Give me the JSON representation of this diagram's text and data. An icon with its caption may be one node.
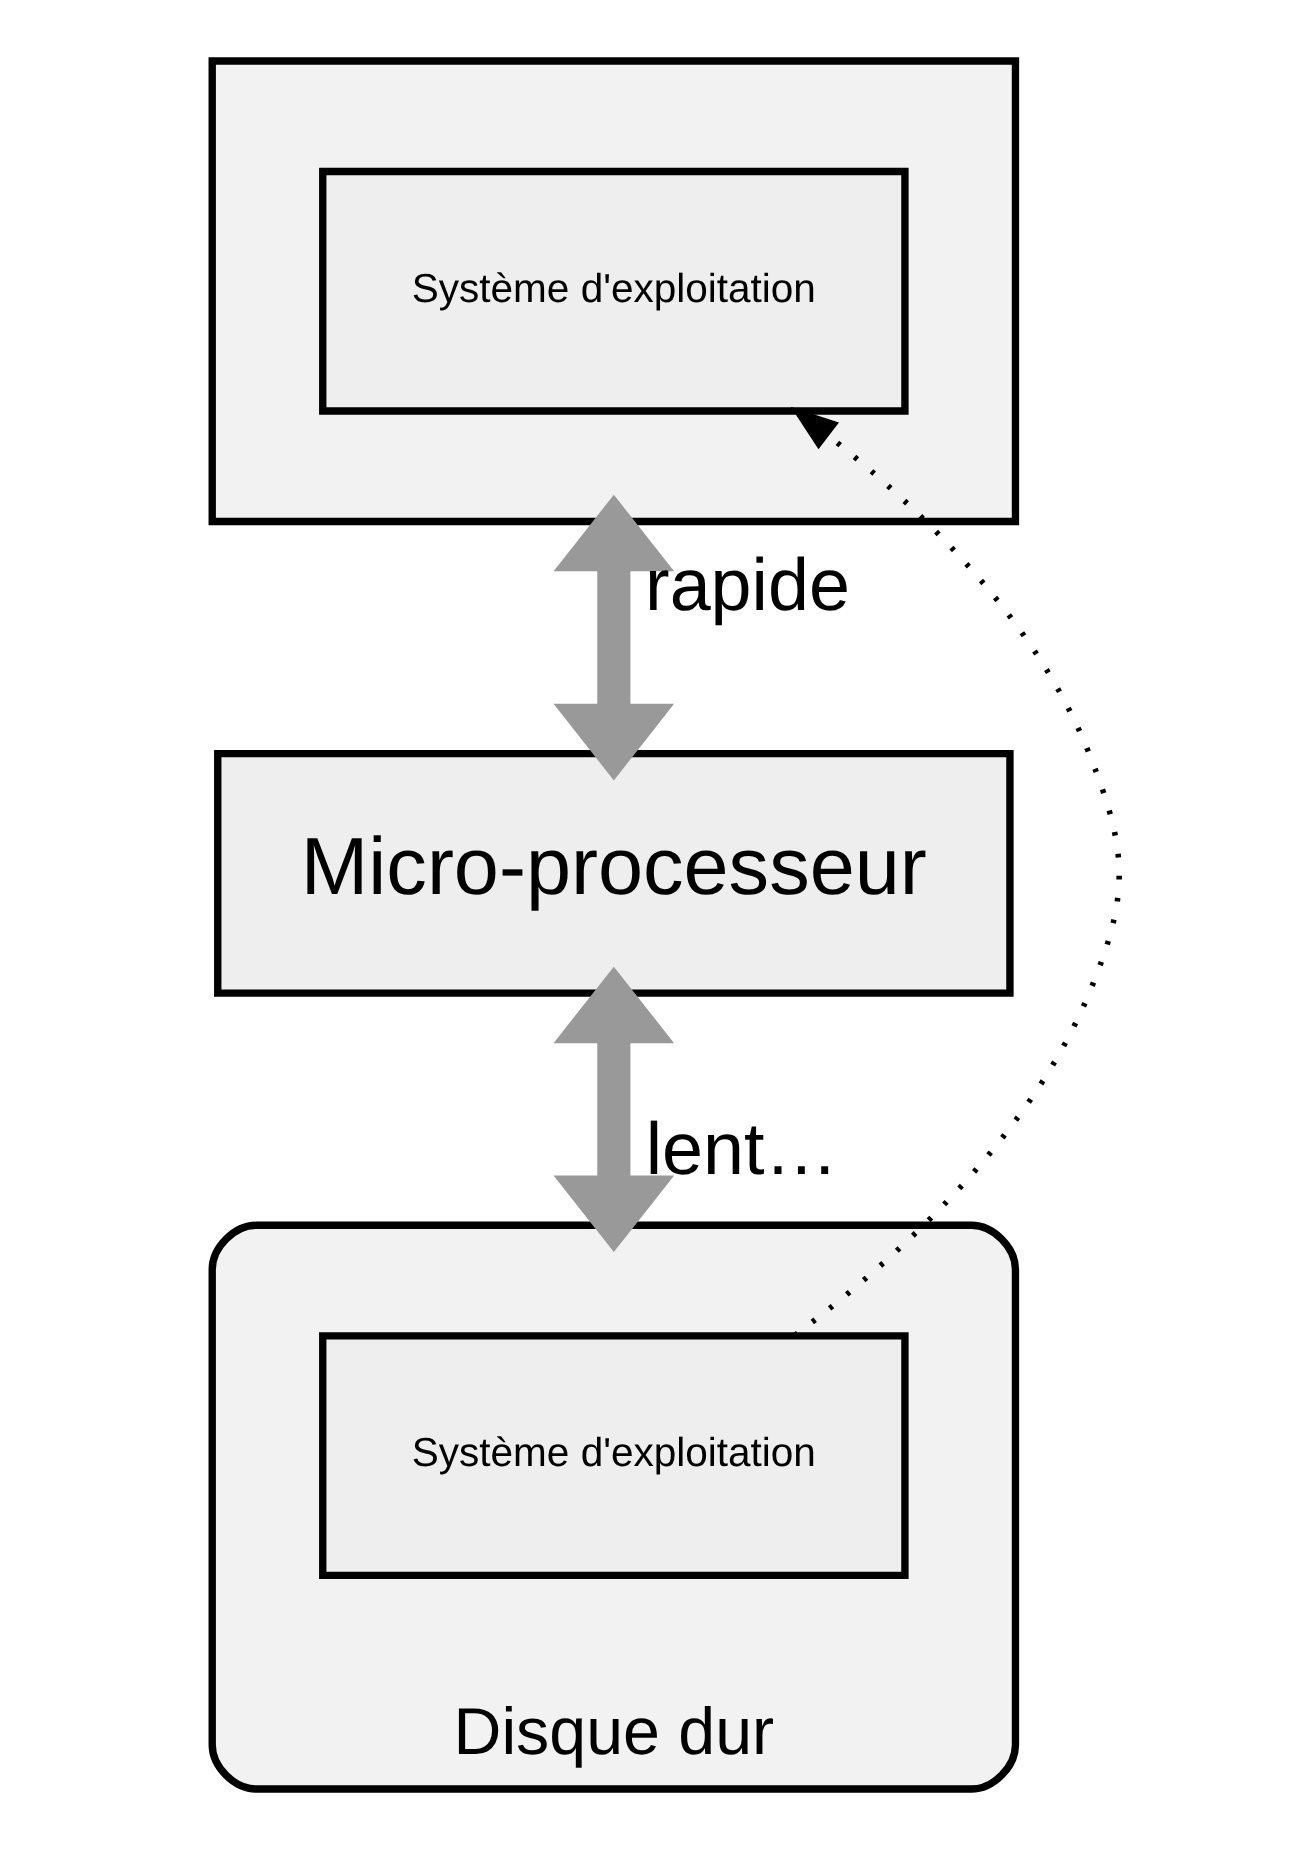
{
  "diagram": {
    "nodes": [
      {
        "text": [],
        "shape": "box"
      },
      {
        "text": [
          "Système d'exploitation"
        ],
        "in": 0
      },
      {
        "text": [
          "Micro-processeur"
        ]
      },
      {
        "text": [
          "Disque dur"
        ]
      },
      {
        "text": [
          "Système d'exploitation"
        ],
        "in": 3
      }
    ],
    "edges": [
      {
        "from": 0,
        "to": 2,
        "arrow": "both",
        "label": "rapide"
      },
      {
        "from": 2,
        "to": 3,
        "arrow": "both",
        "label": "lent…"
      },
      {
        "from": 4,
        "to": 1,
        "arrow": "to",
        "style": "dashed",
        "color": "#000000"
      }
    ]
  }
}
